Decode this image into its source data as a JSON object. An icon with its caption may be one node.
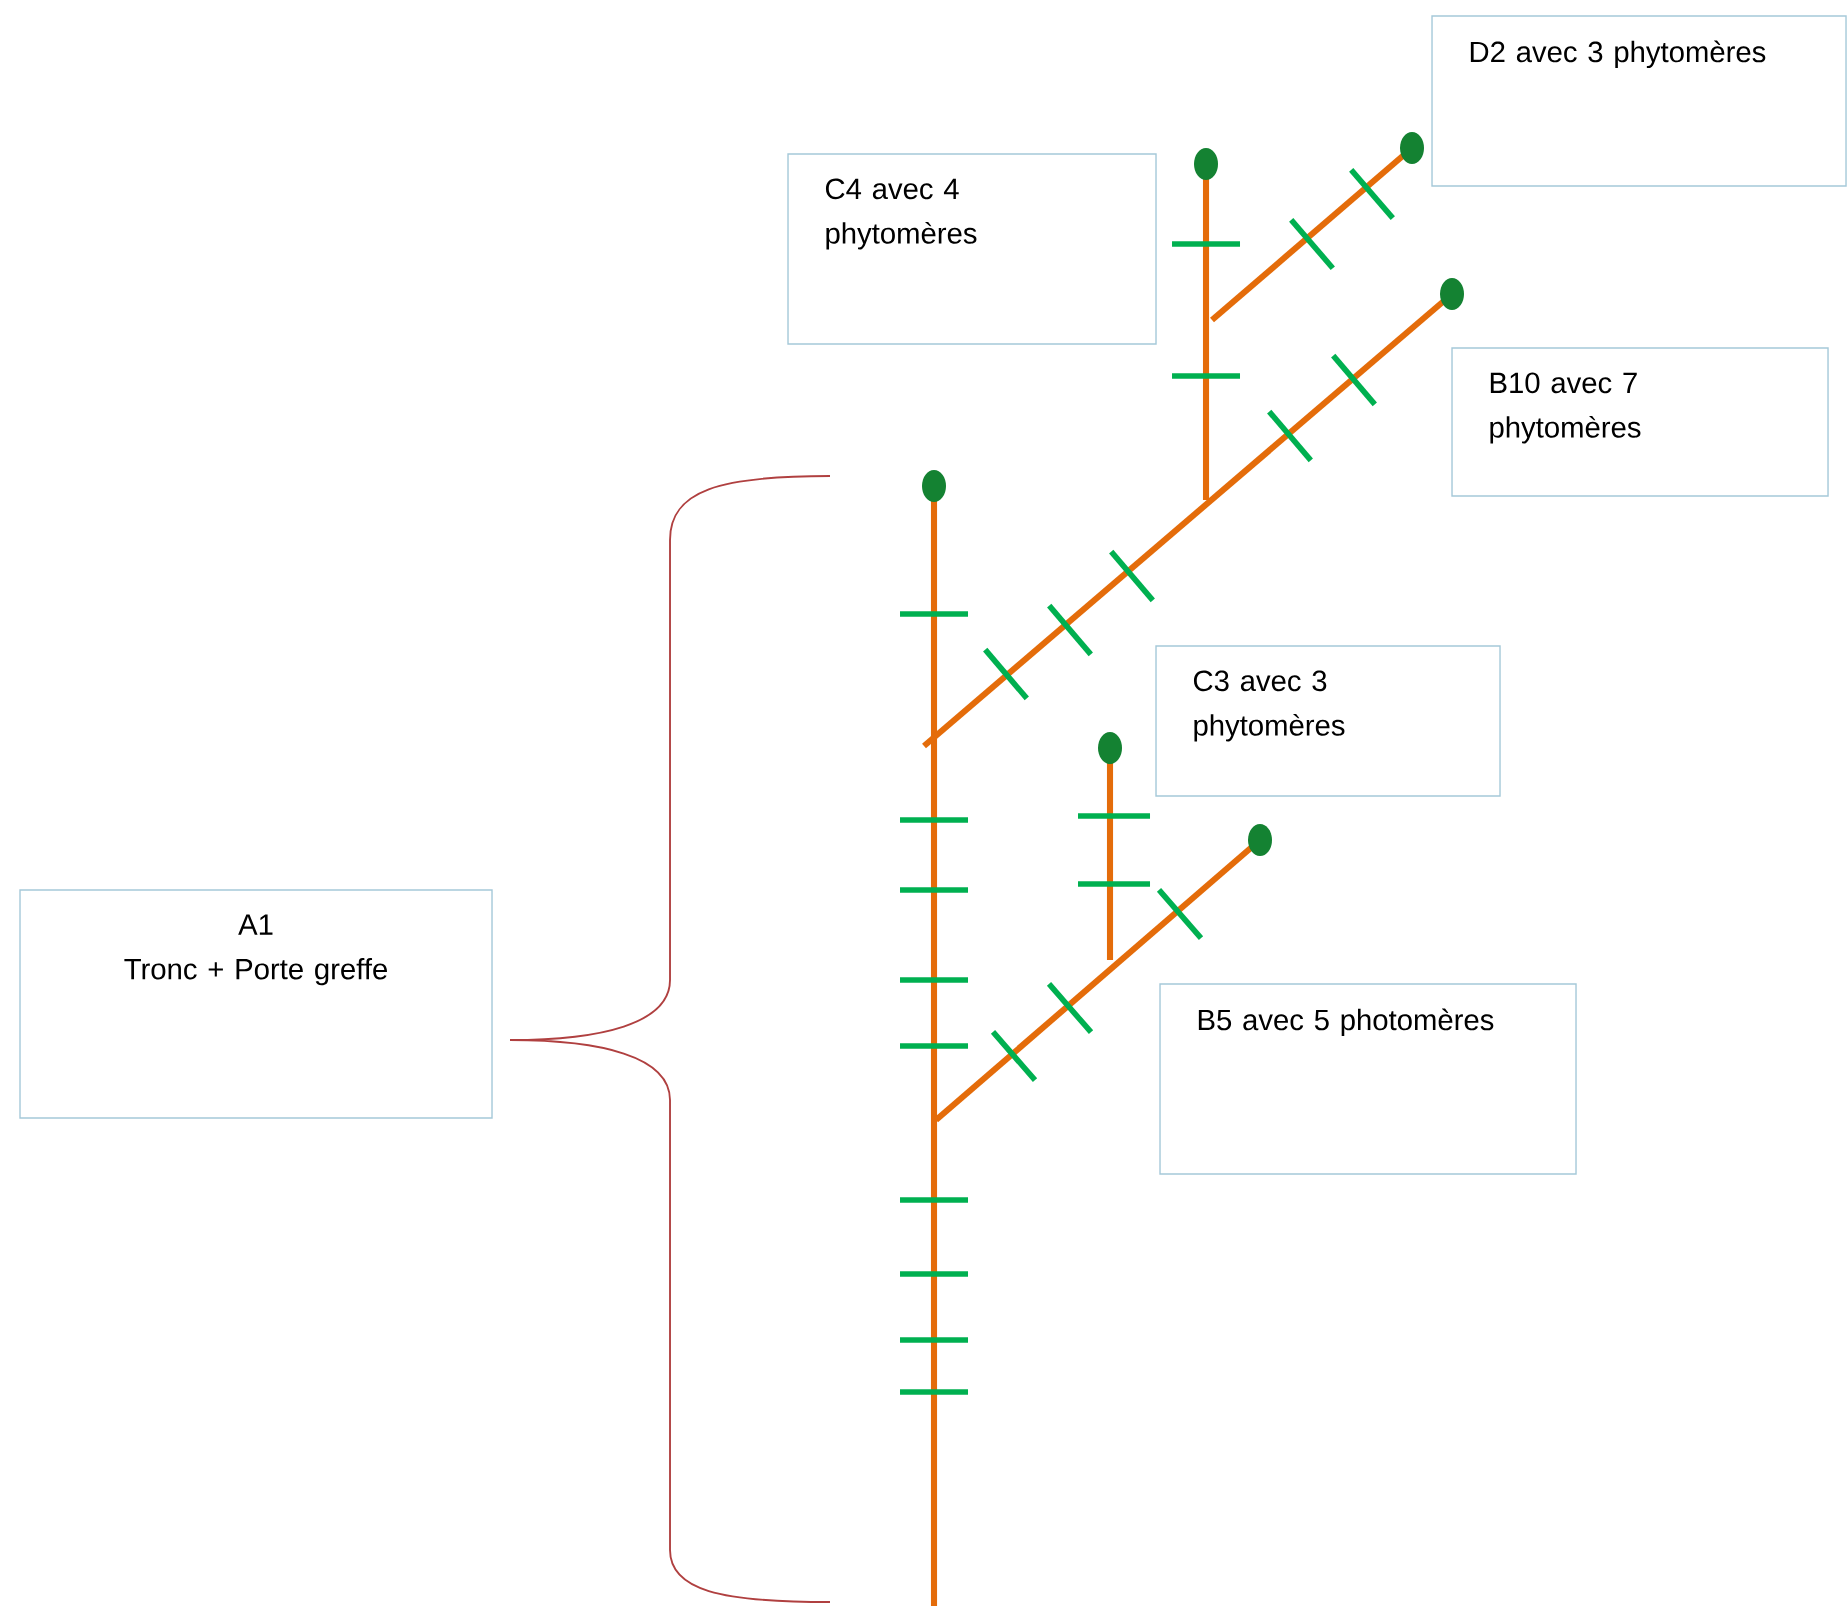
{
  "diagram": {
    "nodes": [
      {
        "text": [
          "D2 avec 3 phytomères"
        ]
      },
      {
        "text": [
          "C4 avec 4 phytomères"
        ]
      },
      {
        "text": [
          "B10 avec 7 phytomères"
        ]
      },
      {
        "text": [
          "C3 avec 3 phytomères"
        ]
      },
      {
        "text": [
          "B5 avec 5 photomères"
        ]
      },
      {
        "text": [
          "A1",
          "Tronc + Porte greffe"
        ]
      }
    ]
  }
}
